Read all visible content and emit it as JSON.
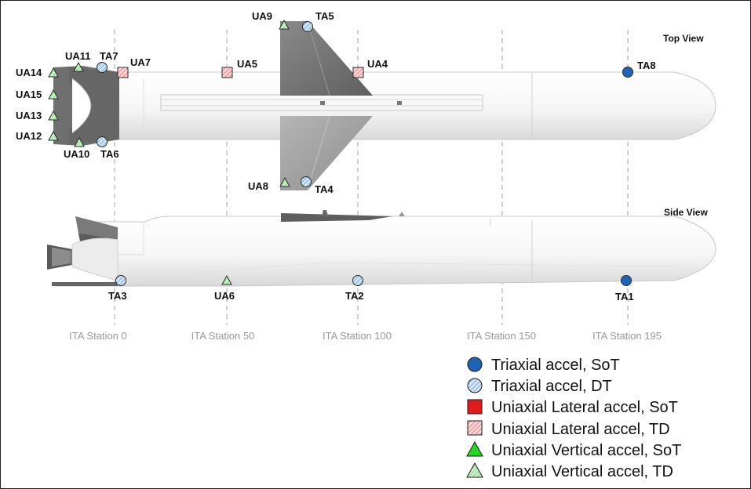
{
  "views": {
    "top": "Top View",
    "side": "Side View"
  },
  "stations": [
    "ITA Station 0",
    "ITA Station 50",
    "ITA Station 100",
    "ITA Station 150",
    "ITA Station 195"
  ],
  "sensors": {
    "UA9": "UA9",
    "TA5": "TA5",
    "UA11": "UA11",
    "TA7": "TA7",
    "UA7": "UA7",
    "UA14": "UA14",
    "UA15": "UA15",
    "UA13": "UA13",
    "UA12": "UA12",
    "UA10": "UA10",
    "TA6": "TA6",
    "UA5": "UA5",
    "UA4": "UA4",
    "TA8": "TA8",
    "UA8": "UA8",
    "TA4": "TA4",
    "TA3": "TA3",
    "UA6": "UA6",
    "TA2": "TA2",
    "TA1": "TA1"
  },
  "legend": [
    {
      "symbol": "circle-solid",
      "label": "Triaxial accel, SoT",
      "color": "#1f63b5"
    },
    {
      "symbol": "circle-hatched",
      "label": "Triaxial accel, DT",
      "color": "#b8d4ea"
    },
    {
      "symbol": "square-solid",
      "label": "Uniaxial Lateral accel, SoT",
      "color": "#e31a1a"
    },
    {
      "symbol": "square-hatched",
      "label": "Uniaxial Lateral accel, TD",
      "color": "#f2a3a3"
    },
    {
      "symbol": "triangle-solid",
      "label": "Uniaxial Vertical accel, SoT",
      "color": "#22d722"
    },
    {
      "symbol": "triangle-hatched",
      "label": "Uniaxial Vertical accel, TD",
      "color": "#9be39b"
    }
  ]
}
